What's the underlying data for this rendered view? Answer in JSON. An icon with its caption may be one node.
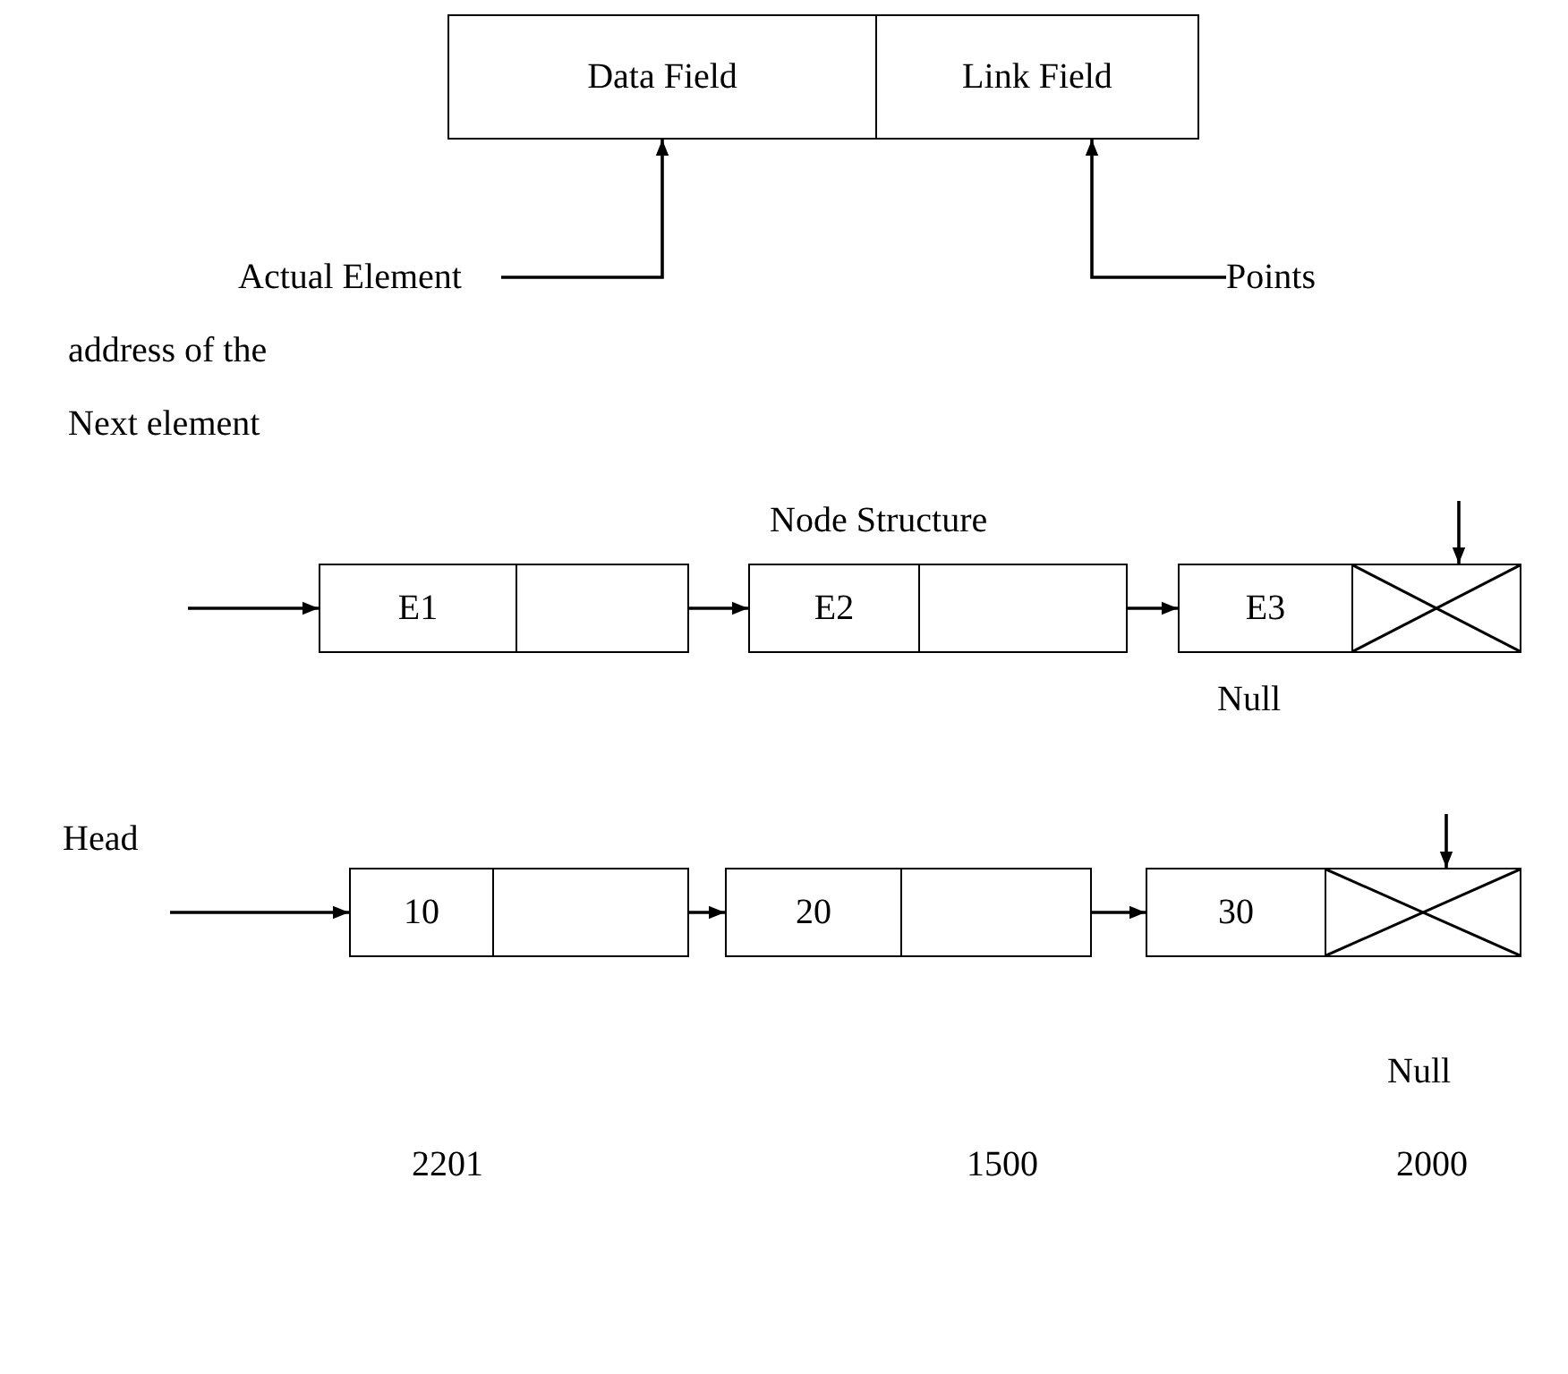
{
  "diagram": {
    "nodes": [
      {
        "text": [
          "Data Field"
        ]
      },
      {
        "text": [
          "Link Field"
        ]
      },
      {
        "text": [
          "Actual Element"
        ]
      },
      {
        "text": [
          "Points"
        ]
      },
      {
        "text": [
          "E1"
        ]
      },
      {
        "text": [],
        "shape": "box"
      },
      {
        "text": [
          "E2"
        ]
      },
      {
        "text": [],
        "shape": "box"
      },
      {
        "text": [
          "E3"
        ]
      },
      {
        "text": [],
        "shape": "box"
      },
      {
        "text": [
          "10"
        ]
      },
      {
        "text": [],
        "shape": "box"
      },
      {
        "text": [
          "20"
        ]
      },
      {
        "text": [],
        "shape": "box"
      },
      {
        "text": [
          "30"
        ]
      },
      {
        "text": [],
        "shape": "box"
      }
    ],
    "edges": [
      {
        "from": 2,
        "to": 0,
        "arrow": "to"
      },
      {
        "from": 3,
        "to": 1,
        "arrow": "to"
      },
      {
        "from": null,
        "to": 4,
        "arrow": "to"
      },
      {
        "from": 5,
        "to": 6,
        "arrow": "to"
      },
      {
        "from": 7,
        "to": 8,
        "arrow": "to"
      },
      {
        "from": null,
        "to": 9,
        "arrow": "to"
      },
      {
        "from": null,
        "to": 10,
        "arrow": "to"
      },
      {
        "from": 11,
        "to": 12,
        "arrow": "to"
      },
      {
        "from": 13,
        "to": 14,
        "arrow": "to"
      },
      {
        "from": null,
        "to": 15,
        "arrow": "to"
      }
    ],
    "labels": [
      "address of the",
      "Next element",
      "Node Structure",
      "Null",
      "Head",
      "Null",
      "2201",
      "1500",
      "2000"
    ]
  }
}
